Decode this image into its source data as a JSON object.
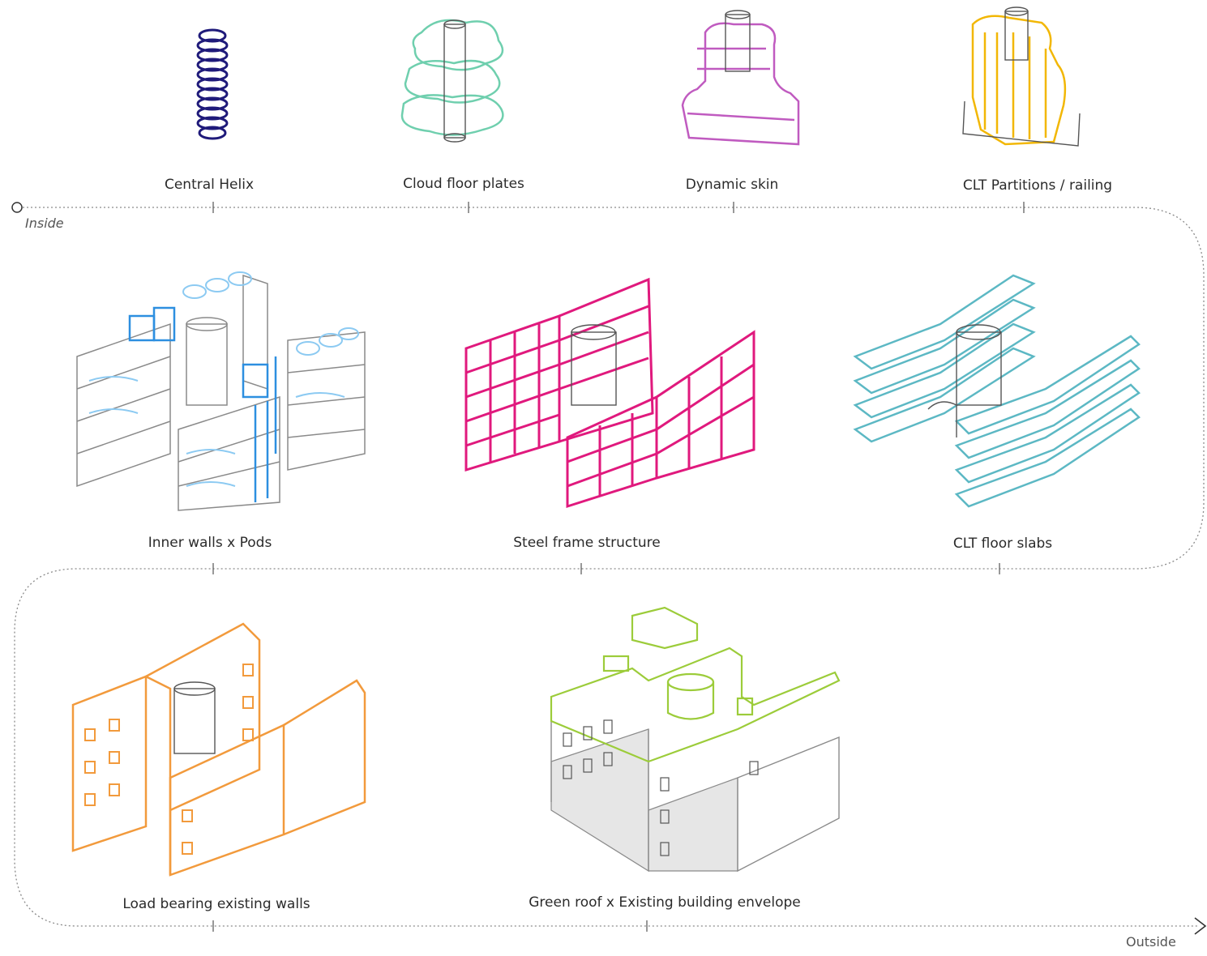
{
  "path": {
    "start_label": "Inside",
    "end_label": "Outside"
  },
  "layers": [
    {
      "id": "central-helix",
      "label": "Central Helix",
      "color": "#1f1a7a"
    },
    {
      "id": "cloud-floor-plates",
      "label": "Cloud floor plates",
      "color": "#6fcfae"
    },
    {
      "id": "dynamic-skin",
      "label": "Dynamic skin",
      "color": "#c05bc0"
    },
    {
      "id": "clt-partitions",
      "label": "CLT Partitions / railing",
      "color": "#f2b705"
    },
    {
      "id": "inner-walls-pods",
      "label": "Inner walls x Pods",
      "color": "#2d8fe0"
    },
    {
      "id": "steel-frame",
      "label": "Steel frame structure",
      "color": "#e0197d"
    },
    {
      "id": "clt-floor-slabs",
      "label": "CLT floor slabs",
      "color": "#5cb8c4"
    },
    {
      "id": "load-bearing-walls",
      "label": "Load bearing existing walls",
      "color": "#f29a3c"
    },
    {
      "id": "green-roof-envelope",
      "label": "Green roof x Existing building envelope",
      "color": "#9ccc3a"
    }
  ]
}
